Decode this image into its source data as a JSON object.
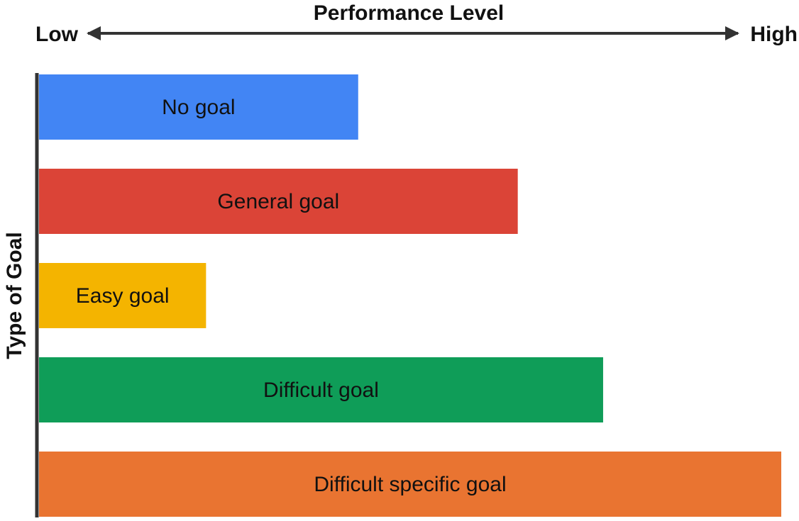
{
  "chart_data": {
    "type": "bar",
    "orientation": "horizontal",
    "title": "Performance Level",
    "xlabel_low": "Low",
    "xlabel_high": "High",
    "ylabel": "Type of Goal",
    "categories": [
      "No goal",
      "General goal",
      "Easy goal",
      "Difficult goal",
      "Difficult specific goal"
    ],
    "values": [
      43,
      64.5,
      22.5,
      76,
      100
    ],
    "xlim": [
      0,
      100
    ],
    "colors": [
      "#4285F4",
      "#DB4437",
      "#F4B400",
      "#0F9D58",
      "#E97431"
    ],
    "axis_tick_labels": "none",
    "grid": false,
    "legend": "none"
  }
}
